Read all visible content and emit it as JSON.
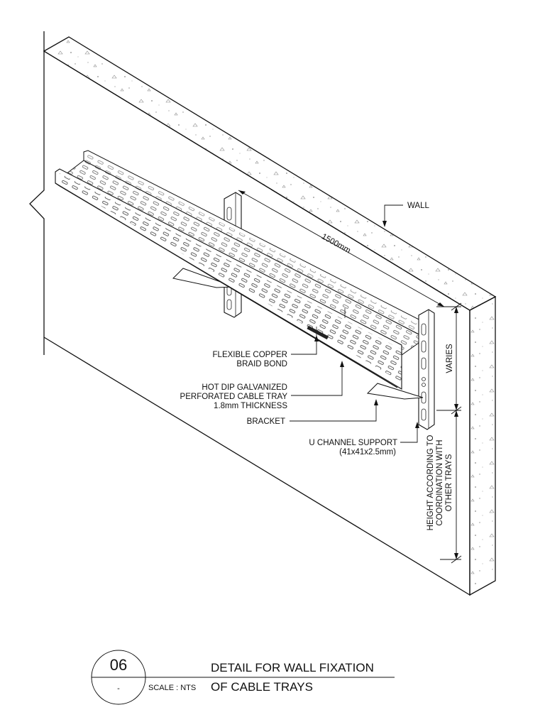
{
  "labels": {
    "wall": "WALL",
    "length": "1500mm",
    "varies": "VARIES",
    "flexible_bond_l1": "FLEXIBLE COPPER",
    "flexible_bond_l2": "BRAID BOND",
    "tray_l1": "HOT DIP GALVANIZED",
    "tray_l2": "PERFORATED CABLE TRAY",
    "tray_l3": "1.8mm THICKNESS",
    "bracket": "BRACKET",
    "uchannel_l1": "U CHANNEL SUPPORT",
    "uchannel_l2": "(41x41x2.5mm)",
    "height_l1": "HEIGHT ACCORDING TO",
    "height_l2": "COORDINATION WITH",
    "height_l3": "OTHER TRAYS"
  },
  "title_block": {
    "detail_number": "06",
    "sheet_ref": "-",
    "scale_label": "SCALE : NTS",
    "title_line1": "DETAIL FOR WALL FIXATION",
    "title_line2": "OF CABLE TRAYS"
  },
  "colors": {
    "line": "#111111",
    "background": "#ffffff",
    "hatch": "#777777"
  }
}
